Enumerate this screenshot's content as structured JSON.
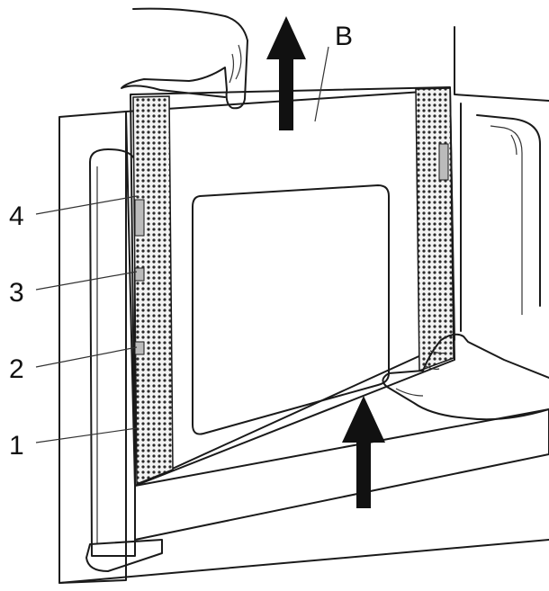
{
  "labels": {
    "door_label": "B",
    "callout_1": "1",
    "callout_2": "2",
    "callout_3": "3",
    "callout_4": "4"
  },
  "colors": {
    "panel_fill": "#e2e2e2",
    "window_fill": "#ececec",
    "frame_fill": "#f0f0f0",
    "strip_fill": "#f3f3f3",
    "dot_color": "#2a2a2a",
    "arrow_color": "#111111",
    "skin_fill": "#ffffff"
  },
  "icons": {
    "up_arrow": "arrow-up-icon",
    "hand": "hand-icon"
  }
}
